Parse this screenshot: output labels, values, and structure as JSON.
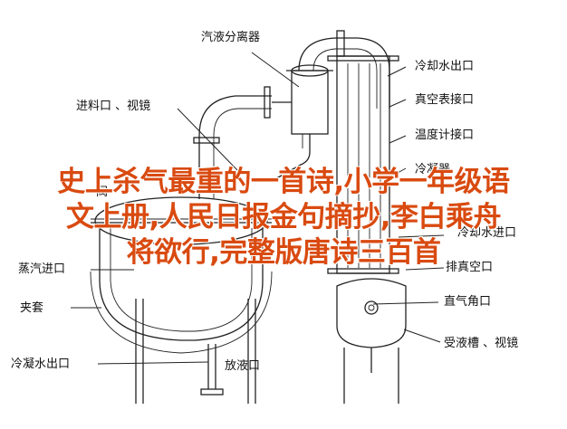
{
  "labels": {
    "evaporator_separator": "汽液分离器",
    "feed_sightglass": "进料口 、视镜",
    "cooling_water_outlet_top": "冷却水出口",
    "vacuum_gauge_port": "真空表接口",
    "thermometer_port": "温度计接口",
    "condenser": "冷凝器",
    "cooling_water_inlet": "冷却水进口",
    "steam_inlet": "蒸汽进口",
    "vent_valve": "排真空口",
    "jacket": "夹套",
    "straight_angle_valve": "直气角口",
    "receiver_sightglass": "受液槽 、视镜",
    "condensate_outlet_bottom": "冷凝水出口",
    "drain_outlet": "放液口",
    "valve_partial": "阀"
  },
  "overlay": {
    "line1": "史上杀气最重的一首诗,小学一年级语",
    "line2": "文上册,人民日报金句摘抄,李白乘舟",
    "line3": "将欲行,完整版唐诗三百首"
  }
}
